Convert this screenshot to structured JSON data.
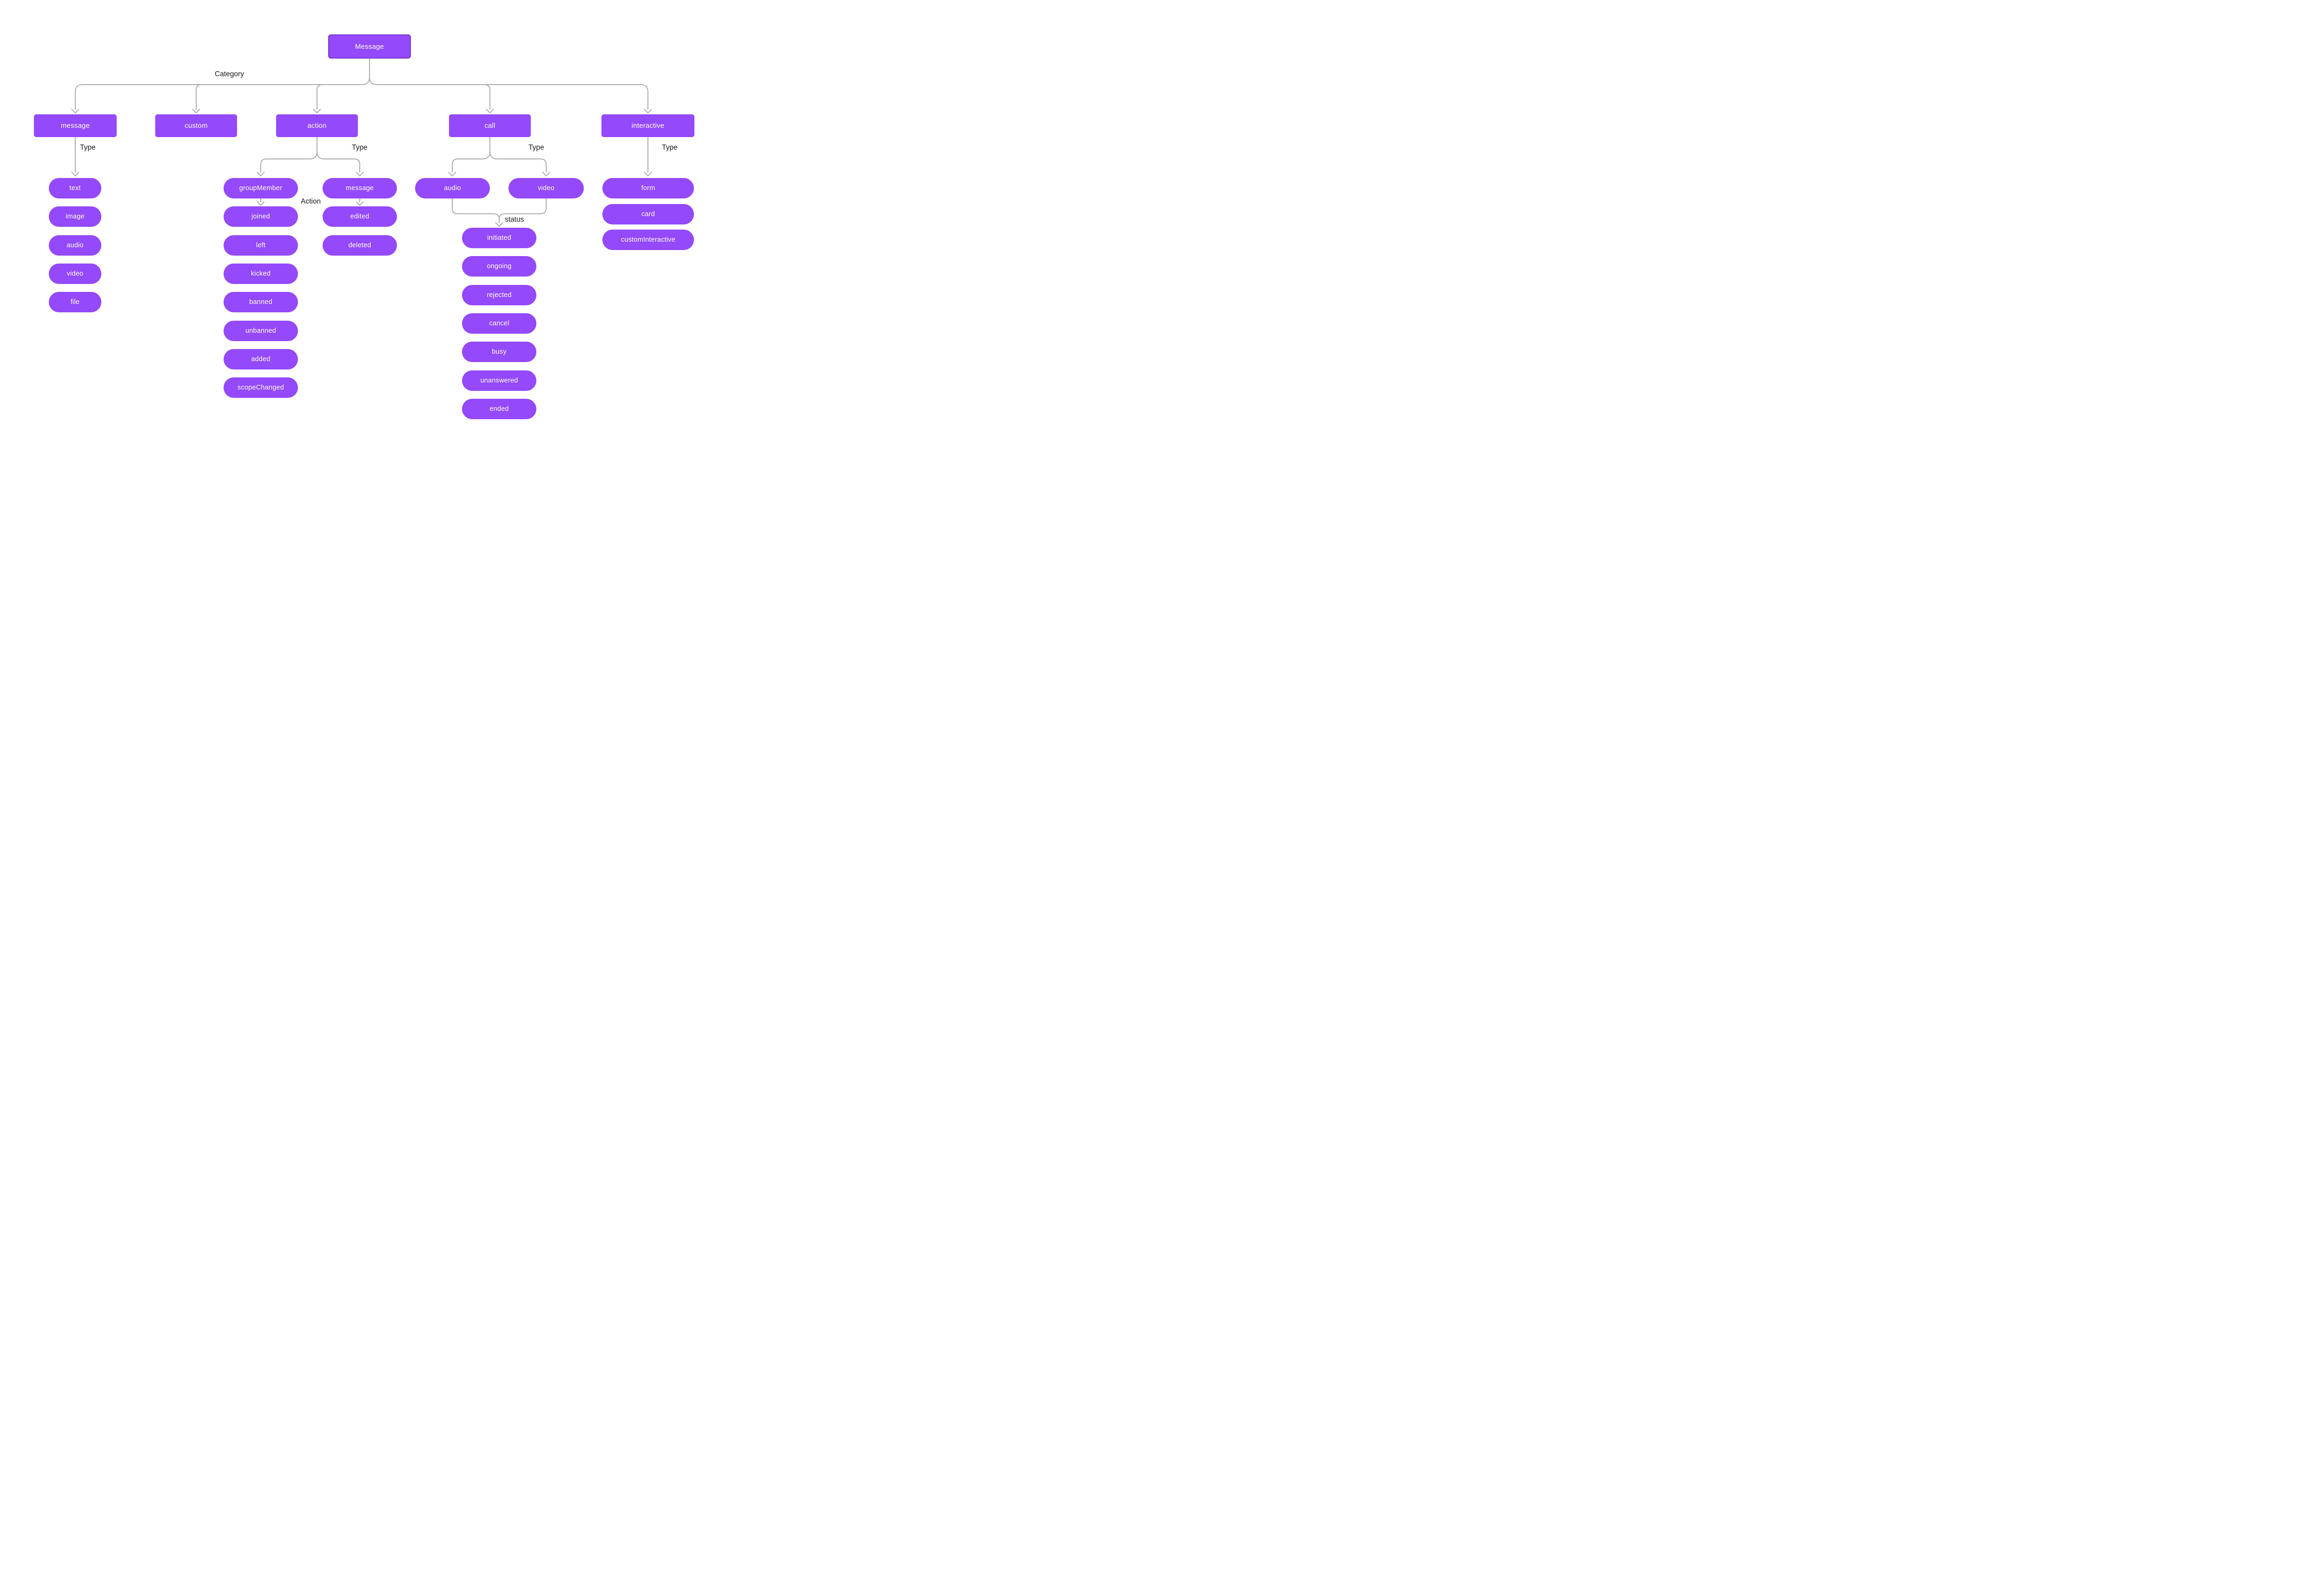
{
  "nodes": {
    "root": "Message",
    "categories": [
      "message",
      "custom",
      "action",
      "call",
      "interactive"
    ],
    "message_types": [
      "text",
      "image",
      "audio",
      "video",
      "file"
    ],
    "group_member": "groupMember",
    "group_member_actions": [
      "joined",
      "left",
      "kicked",
      "banned",
      "unbanned",
      "added",
      "scopeChanged"
    ],
    "action_message": "message",
    "action_message_actions": [
      "edited",
      "deleted"
    ],
    "call_types": [
      "audio",
      "video"
    ],
    "call_statuses": [
      "initiated",
      "ongoing",
      "rejected",
      "cancel",
      "busy",
      "unanswered",
      "ended"
    ],
    "interactive_types": [
      "form",
      "card",
      "customInteractive"
    ]
  },
  "labels": {
    "category": "Category",
    "type": "Type",
    "action": "Action",
    "status": "status"
  },
  "colors": {
    "node_fill": "#9449FB",
    "root_border": "#7438CB",
    "connector": "#ABABAB",
    "label_text": "#1A1A1A",
    "node_text": "#FFFFFF"
  }
}
